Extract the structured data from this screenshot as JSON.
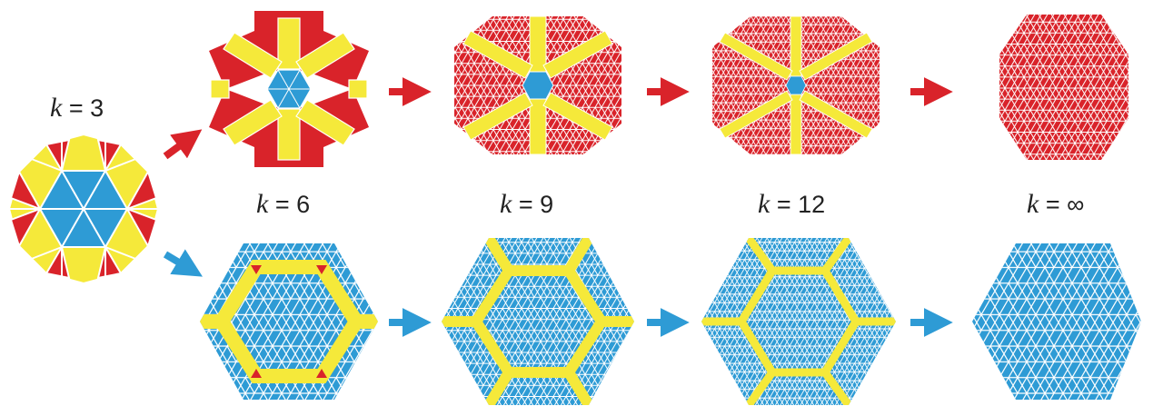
{
  "colors": {
    "red": "#d9232a",
    "yellow": "#f5e93a",
    "blue": "#2e9bd5",
    "grid": "#ffffff"
  },
  "labels": {
    "k3": {
      "var": "k",
      "rest": " = 3"
    },
    "k6": {
      "var": "k",
      "rest": " = 6"
    },
    "k9": {
      "var": "k",
      "rest": " = 9"
    },
    "k12": {
      "var": "k",
      "rest": " = 12"
    },
    "kinf": {
      "var": "k",
      "rest": " = ∞"
    }
  },
  "stages": [
    "3",
    "6",
    "9",
    "12",
    "∞"
  ]
}
